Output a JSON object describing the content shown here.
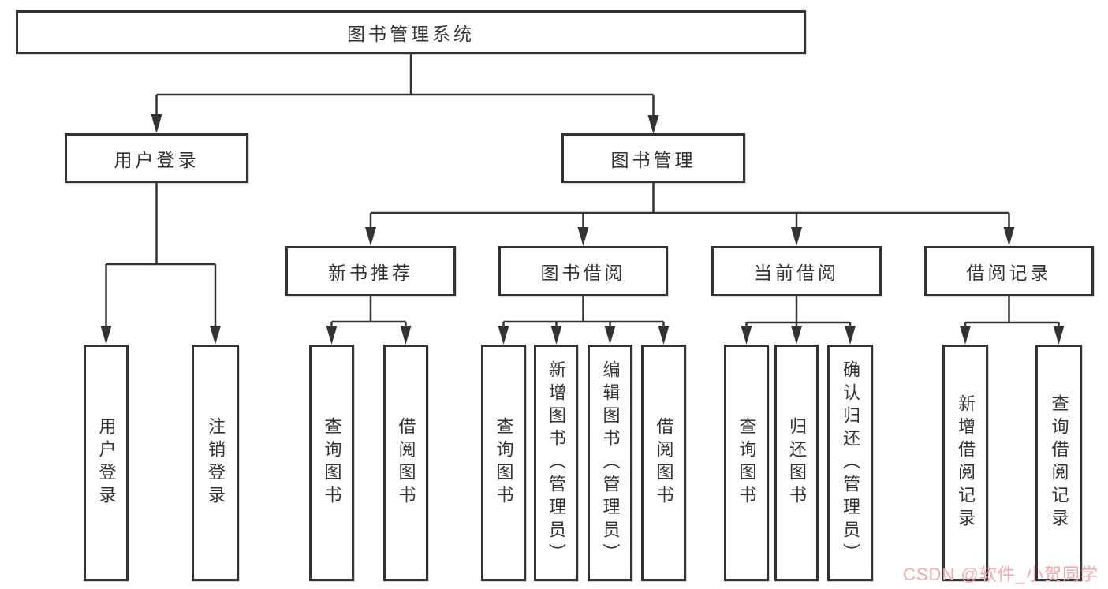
{
  "title_box": "图书管理系统",
  "level2": {
    "user_login": "用户登录",
    "book_management": "图书管理"
  },
  "level3": {
    "new_book_recommend": "新书推荐",
    "book_borrow": "图书借阅",
    "current_borrow": "当前借阅",
    "borrow_record": "借阅记录"
  },
  "leaves": {
    "user_login": "用户登录",
    "logout": "注销登录",
    "nbr_query_book": "查询图书",
    "nbr_borrow_book": "借阅图书",
    "bb_query_book": "查询图书",
    "bb_add_book": "新增图书（管理员）",
    "bb_edit_book": "编辑图书（管理员）",
    "bb_borrow_book": "借阅图书",
    "cb_query_book": "查询图书",
    "cb_return_book": "归还图书",
    "cb_confirm_return": "确认归还（管理员）",
    "br_add_record": "新增借阅记录",
    "br_query_record": "查询借阅记录"
  },
  "watermark": "CSDN @软件_小贺同学",
  "colors": {
    "line": "#333333",
    "box_fill": "#ffffff",
    "text": "#333333",
    "watermark": "#efaab2",
    "background": "#ffffff"
  }
}
